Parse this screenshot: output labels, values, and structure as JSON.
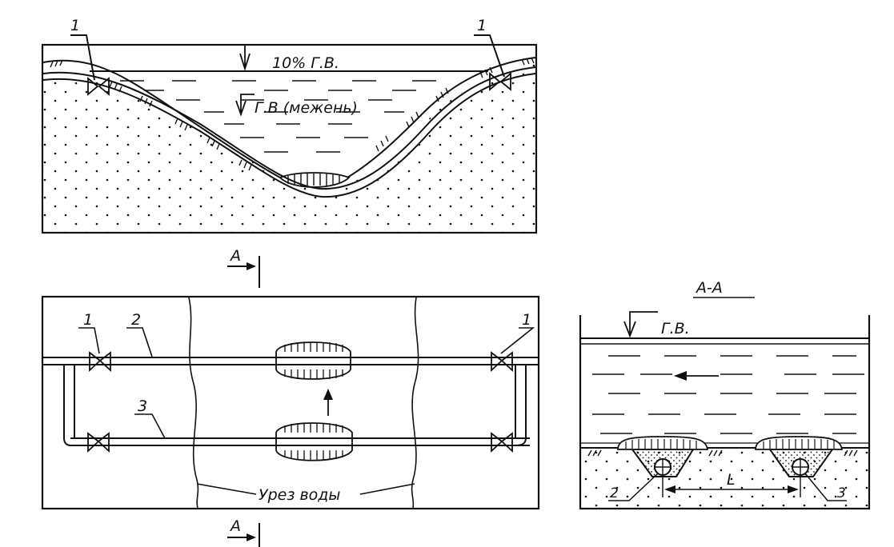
{
  "profile": {
    "marker_left": "1",
    "marker_right": "1",
    "flood_level": "10% Г.В.",
    "low_level": "Г.В (межень)"
  },
  "plan": {
    "section_mark_top": "А",
    "section_mark_bottom": "А",
    "marker_left": "1",
    "marker_right": "1",
    "pipe_main": "2",
    "pipe_reserve": "3",
    "shoreline_label": "Урез воды"
  },
  "section": {
    "title": "А-А",
    "water_level": "Г.В.",
    "pipe_main": "2",
    "pipe_reserve": "3",
    "spacing": "L"
  },
  "colors": {
    "ink": "#111111",
    "paper": "#ffffff"
  }
}
